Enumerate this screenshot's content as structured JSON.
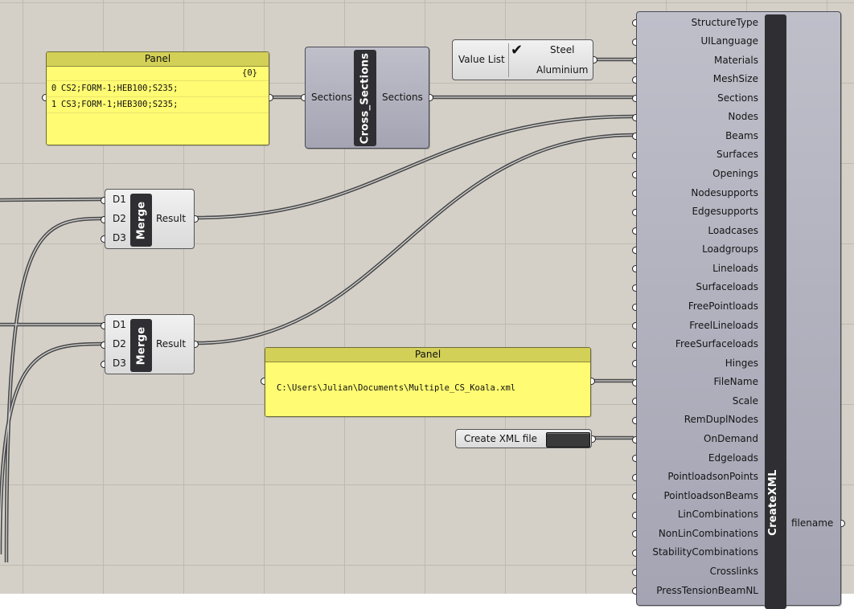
{
  "panel_sections": {
    "header": "Panel",
    "path": "{0}",
    "lines": [
      {
        "index": "0",
        "text": "CS2;FORM-1;HEB100;S235;"
      },
      {
        "index": "1",
        "text": "CS3;FORM-1;HEB300;S235;"
      }
    ]
  },
  "cross_sections": {
    "nickname": "Cross_Sections",
    "input": "Sections",
    "output": "Sections"
  },
  "value_list": {
    "label": "Value List",
    "items": [
      "Steel",
      "Aluminium"
    ],
    "selected": "Steel"
  },
  "merge_nodes": [
    {
      "nickname": "Merge",
      "inputs": [
        "D1",
        "D2",
        "D3"
      ],
      "output": "Result"
    },
    {
      "nickname": "Merge",
      "inputs": [
        "D1",
        "D2",
        "D3"
      ],
      "output": "Result"
    }
  ],
  "panel_filename": {
    "header": "Panel",
    "text": "C:\\Users\\Julian\\Documents\\Multiple_CS_Koala.xml"
  },
  "toggle": {
    "label": "Create XML file",
    "state": false
  },
  "create_xml": {
    "nickname": "CreateXML",
    "output": "filename",
    "inputs": [
      "StructureType",
      "UILanguage",
      "Materials",
      "MeshSize",
      "Sections",
      "Nodes",
      "Beams",
      "Surfaces",
      "Openings",
      "Nodesupports",
      "Edgesupports",
      "Loadcases",
      "Loadgroups",
      "Lineloads",
      "Surfaceloads",
      "FreePointloads",
      "FreelLineloads",
      "FreeSurfaceloads",
      "Hinges",
      "FileName",
      "Scale",
      "RemDuplNodes",
      "OnDemand",
      "Edgeloads",
      "PointloadsonPoints",
      "PointloadsonBeams",
      "LinCombinations",
      "NonLinCombinations",
      "StabilityCombinations",
      "Crosslinks",
      "PressTensionBeamNL"
    ]
  },
  "colors": {
    "canvas": "#d4d0c8",
    "panel": "#fffb72",
    "component": "#a9a9b8",
    "wire": "#555555"
  }
}
